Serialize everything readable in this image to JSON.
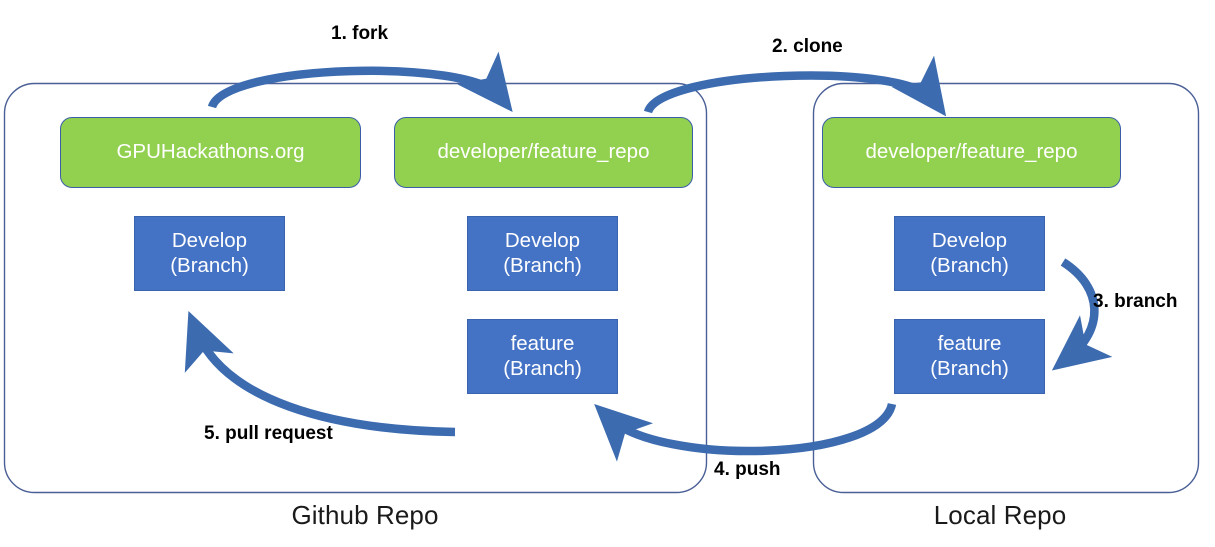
{
  "diagram": {
    "title": "Git fork / clone / branch / push / pull-request workflow",
    "colors": {
      "repo_green": "#92D050",
      "branch_blue": "#4472C4",
      "arrow_blue": "#3C6BB0",
      "container_outline": "#4A5F96",
      "text_on_fill": "#FFFFFF",
      "label_text": "#000000",
      "background": "#FFFFFF"
    },
    "groups": [
      {
        "id": "github-repo",
        "label": "Github Repo"
      },
      {
        "id": "local-repo",
        "label": "Local Repo"
      }
    ],
    "nodes": {
      "upstream_repo": "GPUHackathons.org",
      "upstream_develop": "Develop\n(Branch)",
      "fork_repo": "developer/feature_repo",
      "fork_develop": "Develop\n(Branch)",
      "fork_feature": "feature\n(Branch)",
      "local_repo": "developer/feature_repo",
      "local_develop": "Develop\n(Branch)",
      "local_feature": "feature\n(Branch)"
    },
    "steps": [
      {
        "n": 1,
        "label": "1. fork"
      },
      {
        "n": 2,
        "label": "2. clone"
      },
      {
        "n": 3,
        "label": "3. branch"
      },
      {
        "n": 4,
        "label": "4. push"
      },
      {
        "n": 5,
        "label": "5. pull request"
      }
    ]
  }
}
